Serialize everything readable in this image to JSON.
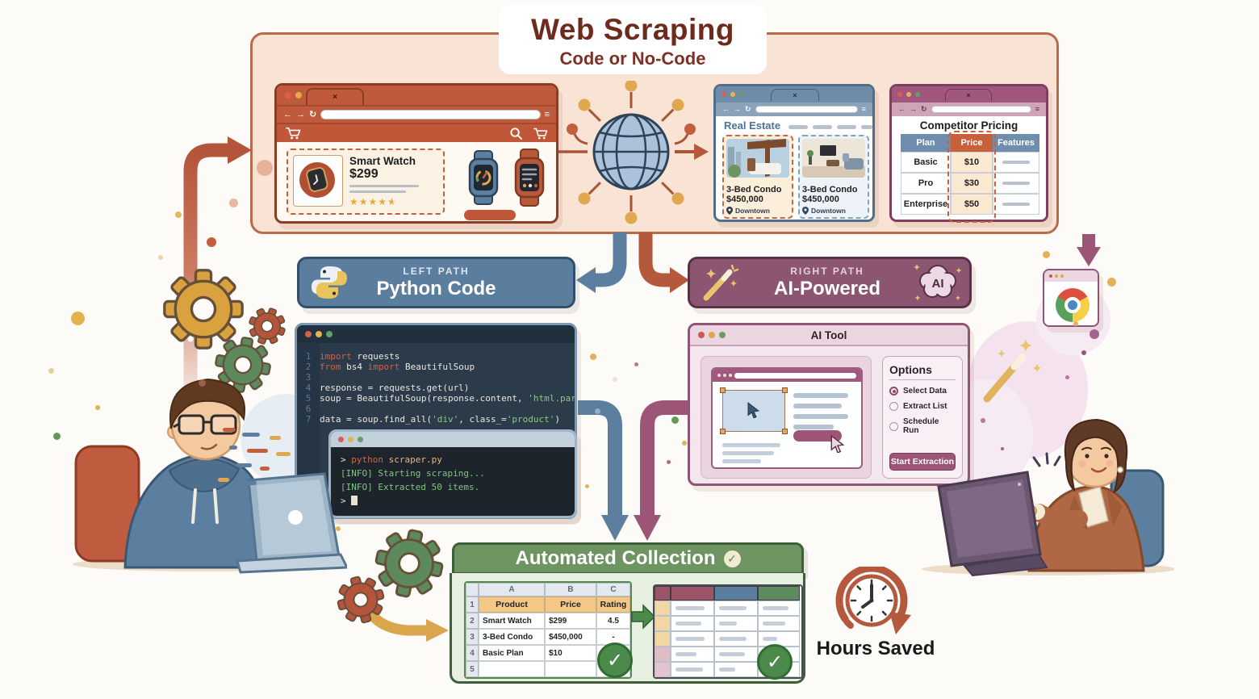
{
  "title": {
    "main": "Web Scraping",
    "subtitle": "Code or No-Code"
  },
  "icons": {
    "close": "×",
    "back": "←",
    "forward": "→",
    "refresh": "↻",
    "menu": "≡"
  },
  "shop": {
    "product": "Smart Watch",
    "price": "$299",
    "stars_full": "★★★★",
    "star_half": "★"
  },
  "real_estate": {
    "heading": "Real Estate",
    "listings": [
      {
        "name": "3-Bed Condo",
        "price": "$450,000",
        "location": "Downtown"
      },
      {
        "name": "3-Bed Condo",
        "price": "$450,000",
        "location": "Downtown"
      }
    ]
  },
  "pricing": {
    "heading": "Competitor Pricing",
    "headers": [
      "Plan",
      "Price",
      "Features"
    ],
    "rows": [
      {
        "plan": "Basic",
        "price": "$10"
      },
      {
        "plan": "Pro",
        "price": "$30"
      },
      {
        "plan": "Enterprise",
        "price": "$50"
      }
    ]
  },
  "left_path": {
    "eyebrow": "LEFT PATH",
    "title": "Python Code"
  },
  "right_path": {
    "eyebrow": "RIGHT PATH",
    "title": "AI-Powered",
    "badge": "AI"
  },
  "code": {
    "nums": [
      "1",
      "2",
      "3",
      "4",
      "5",
      "6",
      "7"
    ],
    "l1": [
      "import",
      " requests"
    ],
    "l2": [
      "from",
      " bs4 ",
      "import",
      " BeautifulSoup"
    ],
    "l4": [
      "response = requests.get(url)"
    ],
    "l5": [
      "soup = BeautifulSoup(response.content, ",
      "'html.parser'",
      ")"
    ],
    "l7": [
      "data = soup.find_all(",
      "'div'",
      ", class_=",
      "'product'",
      ")"
    ]
  },
  "terminal": {
    "prompt": "> ",
    "cmd": "python",
    "file": " scraper.py",
    "info1": "[INFO] Starting scraping...",
    "info2": "[INFO] Extracted 50 items."
  },
  "ai_tool": {
    "title": "AI Tool",
    "options_heading": "Options",
    "options": [
      "Select Data",
      "Extract List",
      "Schedule Run"
    ],
    "cta": "Start Extraction"
  },
  "collection": {
    "heading": "Automated Collection",
    "sheet": {
      "cols": [
        "A",
        "B",
        "C"
      ],
      "row_nums": [
        "1",
        "2",
        "3",
        "4",
        "5"
      ],
      "headers": [
        "Product",
        "Price",
        "Rating"
      ],
      "rows": [
        [
          "Smart Watch",
          "$299",
          "4.5"
        ],
        [
          "3-Bed Condo",
          "$450,000",
          "-"
        ],
        [
          "Basic Plan",
          "$10",
          "-"
        ],
        [
          "",
          "",
          ""
        ]
      ]
    }
  },
  "outcome": {
    "label": "Hours Saved"
  },
  "palette": {
    "rust": "#bf5a3c",
    "blue": "#5d7f9f",
    "mauve": "#8c5571",
    "green": "#6e9461",
    "gold": "#e0a84e",
    "panel": "#f8e3d5",
    "title_brown": "#6f2a1e"
  }
}
